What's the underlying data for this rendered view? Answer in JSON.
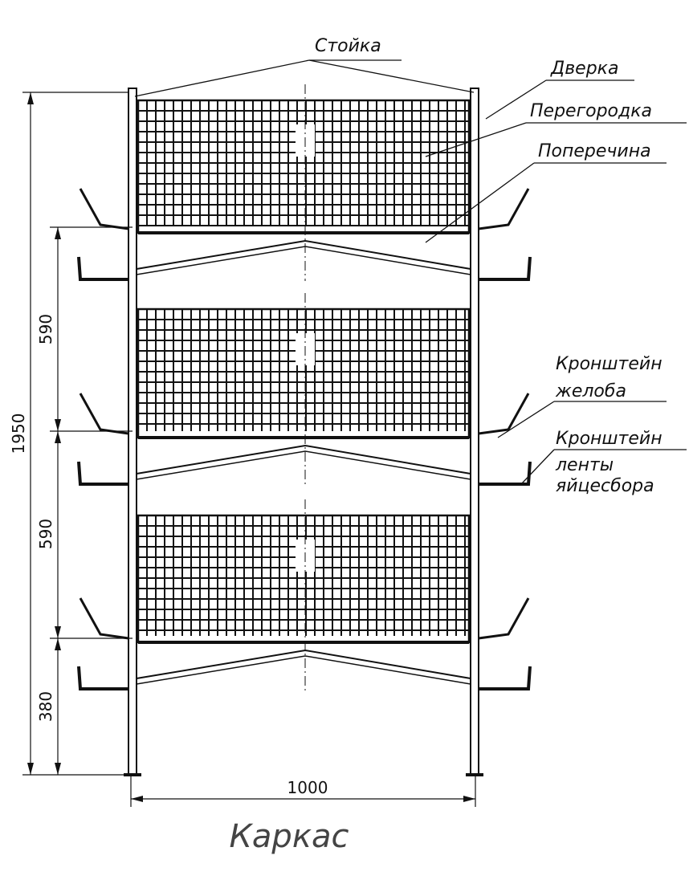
{
  "title": "Каркас",
  "labels": {
    "stoika": "Стойка",
    "dverka": "Дверка",
    "peregorodka": "Перегородка",
    "poperechina": "Поперечина",
    "kronshtein_zheloba_1": "Кронштейн",
    "kronshtein_zheloba_2": "желоба",
    "kronshtein_lenty_1": "Кронштейн",
    "kronshtein_lenty_2": "ленты",
    "kronshtein_lenty_3": "яйцесбора"
  },
  "dimensions": {
    "total_height": "1950",
    "tier1": "590",
    "tier2": "590",
    "bottom": "380",
    "width": "1000"
  },
  "tiers": 3
}
